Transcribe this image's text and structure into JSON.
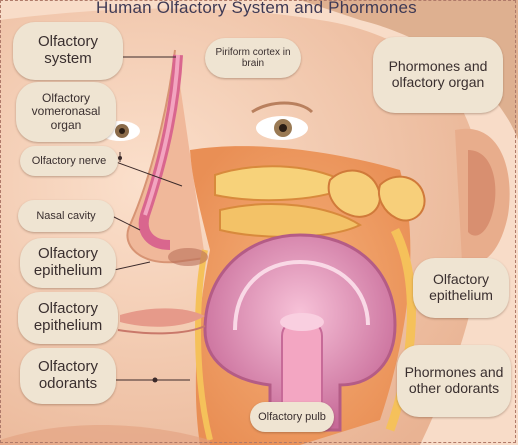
{
  "title": "Human Olfactory System and Phormones",
  "labels": {
    "olfactory_system": "Olfactory system",
    "vomeronasal_organ": "Olfactory vomeronasal organ",
    "olfactory_nerve": "Olfactory nerve",
    "nasal_cavity": "Nasal cavity",
    "olfactory_epithelium_left_1": "Olfactory epithelium",
    "olfactory_epithelium_left_2": "Olfactory epithelium",
    "olfactory_odorants": "Olfactory odorants",
    "piriform_cortex": "Piriform cortex in brain",
    "phormones_organ": "Phormones and olfactory organ",
    "olfactory_epithelium_right": "Olfactory epithelium",
    "phormones_odorants": "Phormones and other odorants",
    "olfactory_pulb": "Olfactory pulb"
  },
  "colors": {
    "label_fill": "#efe4d2",
    "skin": "#f2c5a6",
    "title_text": "#3f3a55"
  }
}
